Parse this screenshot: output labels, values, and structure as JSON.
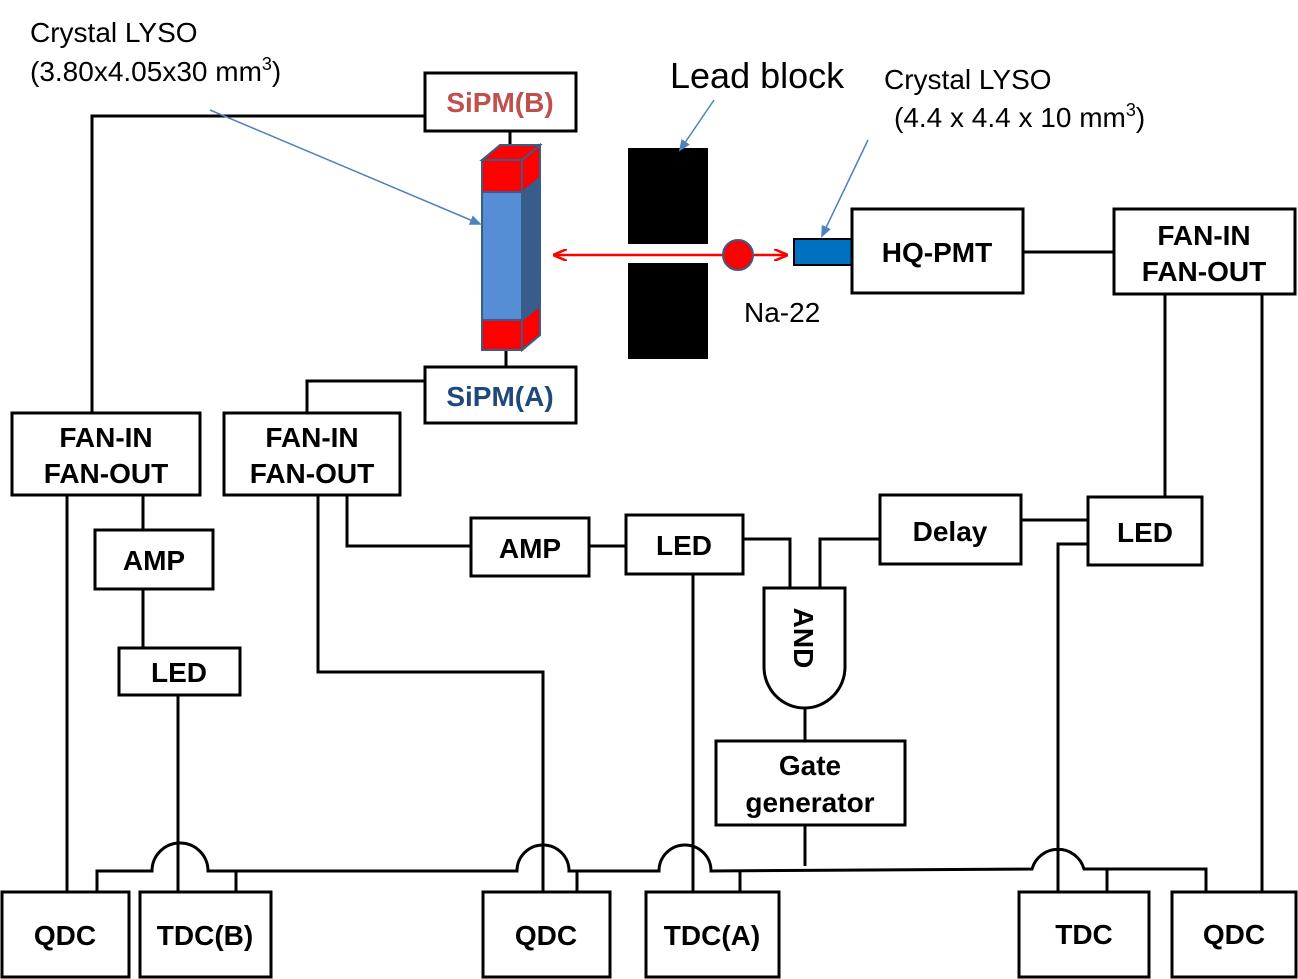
{
  "annotations": {
    "crystal_a_title": "Crystal LYSO",
    "crystal_a_dims": "(3.80x4.05x30 mm",
    "crystal_a_sup": "3",
    "crystal_a_close": ")",
    "lead_block": "Lead block",
    "crystal_b_title": "Crystal LYSO",
    "crystal_b_dims": "(4.4 x 4.4 x 10 mm",
    "crystal_b_sup": "3",
    "crystal_b_close": ")",
    "source": "Na-22"
  },
  "blocks": {
    "sipm_b": "SiPM(B)",
    "sipm_a": "SiPM(A)",
    "hq_pmt": "HQ-PMT",
    "fan_right_l1": "FAN-IN",
    "fan_right_l2": "FAN-OUT",
    "fan_left_l1": "FAN-IN",
    "fan_left_l2": "FAN-OUT",
    "fan_mid_l1": "FAN-IN",
    "fan_mid_l2": "FAN-OUT",
    "amp_left": "AMP",
    "led_left": "LED",
    "amp_mid": "AMP",
    "led_mid": "LED",
    "delay": "Delay",
    "led_right": "LED",
    "and_gate": "AND",
    "gate_gen_l1": "Gate",
    "gate_gen_l2": "generator",
    "qdc_1": "QDC",
    "tdc_b": "TDC(B)",
    "qdc_2": "QDC",
    "tdc_a": "TDC(A)",
    "tdc": "TDC",
    "qdc_3": "QDC"
  },
  "colors": {
    "sipm_b_text": "#c0504d",
    "sipm_a_text": "#1f497d",
    "crystal_body": "#558ed5",
    "crystal_edge": "#385d8a",
    "crystal_cap": "#ff0000",
    "arrow": "#ff0000",
    "annotation_line": "#4f81bd",
    "small_crystal": "#0070c0",
    "lead": "#000000"
  }
}
